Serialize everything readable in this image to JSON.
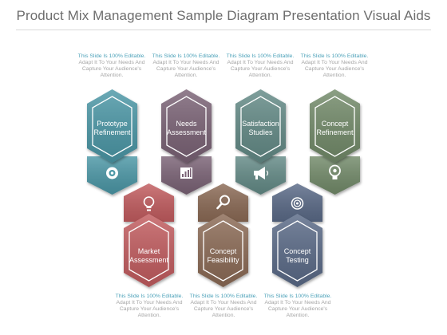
{
  "title": "Product Mix Management Sample Diagram Presentation Visual Aids",
  "note": {
    "highlight": "This Slide Is 100% Editable.",
    "rest": " Adapt It To Your Needs And Capture Your Audience's Attention."
  },
  "top_items": [
    {
      "line1": "Prototype",
      "line2": "Refinement",
      "icon": "gear-icon",
      "color": "#4b97a6"
    },
    {
      "line1": "Needs",
      "line2": "Assessment",
      "icon": "bar-chart-icon",
      "color": "#7a6275"
    },
    {
      "line1": "Satisfaction",
      "line2": "Studies",
      "icon": "megaphone-icon",
      "color": "#638a86"
    },
    {
      "line1": "Concept",
      "line2": "Refinement",
      "icon": "lightbulb-gear-icon",
      "color": "#728a69"
    }
  ],
  "bottom_items": [
    {
      "line1": "Market",
      "line2": "Assessment",
      "icon": "lightbulb-icon",
      "color": "#c25c5f"
    },
    {
      "line1": "Concept",
      "line2": "Feasibility",
      "icon": "magnifier-icon",
      "color": "#8b6b54"
    },
    {
      "line1": "Concept",
      "line2": "Testing",
      "icon": "target-icon",
      "color": "#5a6b87"
    }
  ]
}
